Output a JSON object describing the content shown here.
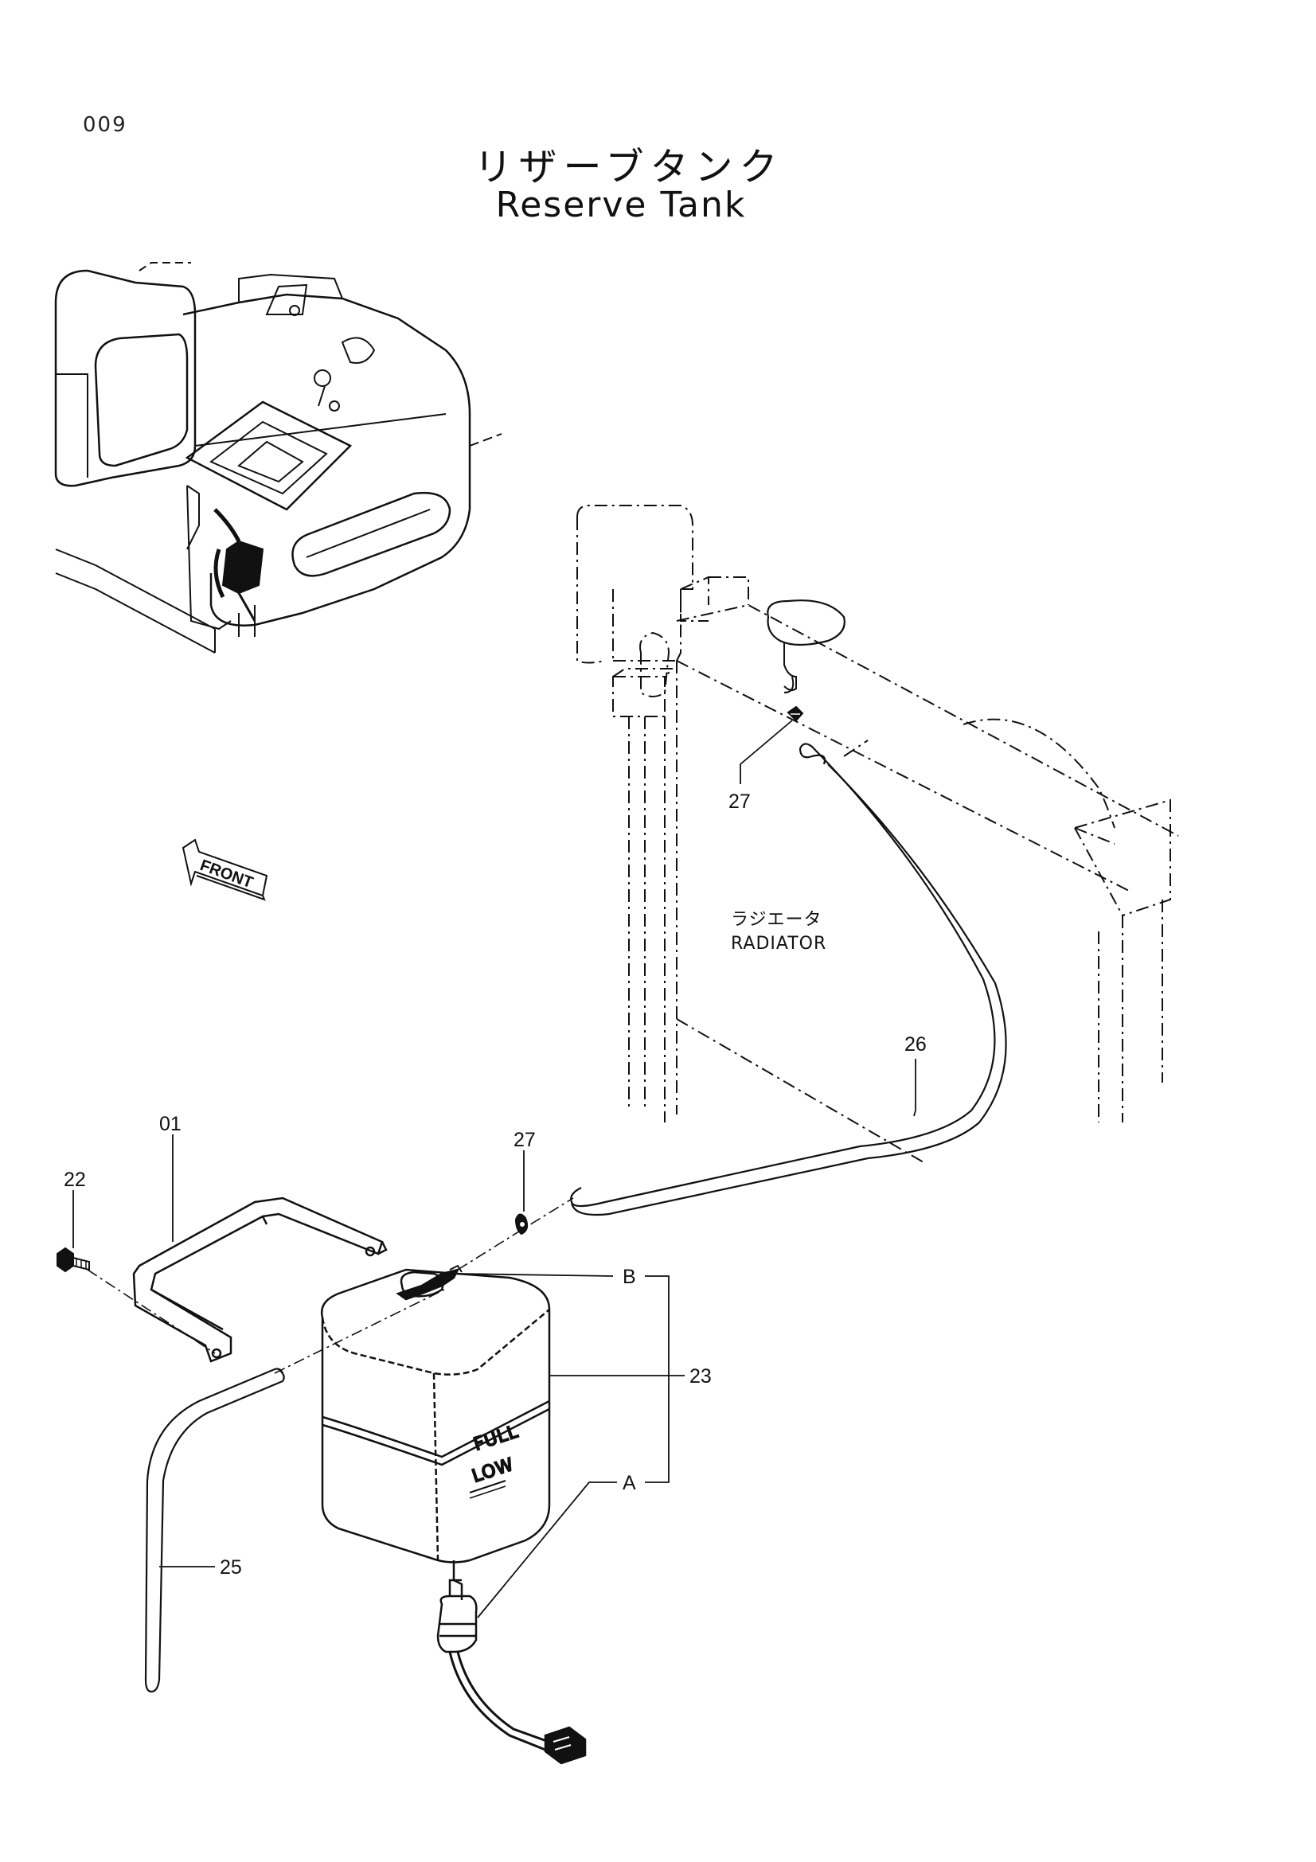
{
  "page_number": "009",
  "title": {
    "japanese": "リザーブタンク",
    "english": "Reserve Tank"
  },
  "labels": {
    "radiator_jp": "ラジエータ",
    "radiator_en": "RADIATOR",
    "front": "FRONT",
    "tank_full": "FULL",
    "tank_low": "LOW"
  },
  "callouts": {
    "bracket": "01",
    "bolt": "22",
    "tank": "23",
    "hose_drain": "25",
    "hose_main": "26",
    "clamp_upper": "27",
    "clamp_lower": "27",
    "point_a": "A",
    "point_b": "B"
  }
}
